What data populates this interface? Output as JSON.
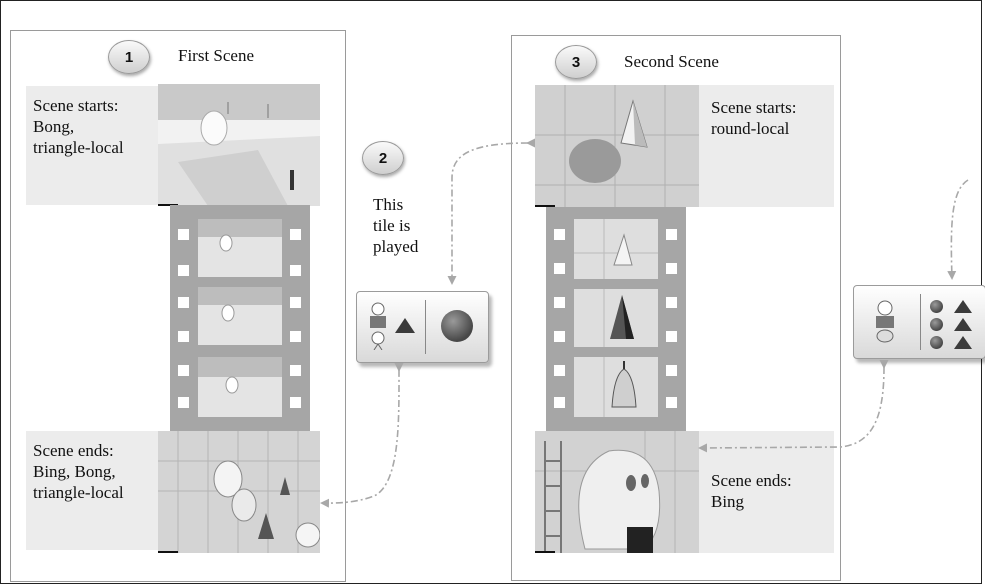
{
  "scene1": {
    "number": "1",
    "title": "First Scene",
    "start_label": "Scene starts:\nBong,\ntriangle-local",
    "end_label": "Scene ends:\nBing, Bong,\ntriangle-local"
  },
  "step2": {
    "number": "2",
    "label": "This\ntile is\nplayed"
  },
  "scene3": {
    "number": "3",
    "title": "Second Scene",
    "start_label": "Scene starts:\nround-local",
    "end_label": "Scene ends:\nBing"
  },
  "colors": {
    "border": "#9a9a9a",
    "connector": "#a8a8a8",
    "filmstrip": "#a6a6a6"
  },
  "icons": [
    "character-icon",
    "triangle-icon",
    "ball-icon"
  ]
}
